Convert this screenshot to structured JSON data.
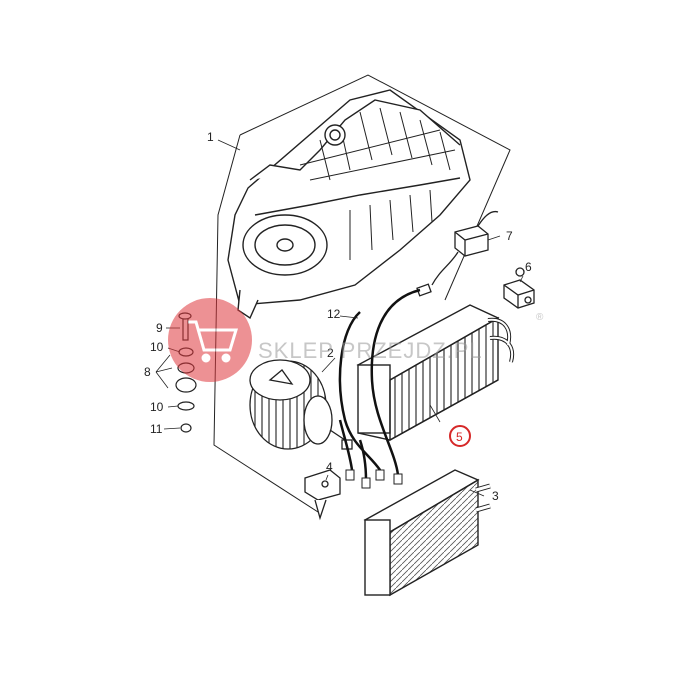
{
  "callouts": [
    {
      "id": "1",
      "label": "1"
    },
    {
      "id": "2",
      "label": "2"
    },
    {
      "id": "3",
      "label": "3"
    },
    {
      "id": "4",
      "label": "4"
    },
    {
      "id": "5",
      "label": "5",
      "highlighted": true
    },
    {
      "id": "6",
      "label": "6"
    },
    {
      "id": "7",
      "label": "7"
    },
    {
      "id": "8",
      "label": "8"
    },
    {
      "id": "9",
      "label": "9"
    },
    {
      "id": "10a",
      "label": "10"
    },
    {
      "id": "10b",
      "label": "10"
    },
    {
      "id": "11",
      "label": "11"
    },
    {
      "id": "12",
      "label": "12"
    }
  ],
  "watermark": {
    "text": "SKLEP PRZEJDZ.PL",
    "registered_mark": "®",
    "icon": "shopping-cart-icon",
    "color": "#e0393e"
  },
  "colors": {
    "line": "#222222",
    "highlight": "#d62828"
  }
}
